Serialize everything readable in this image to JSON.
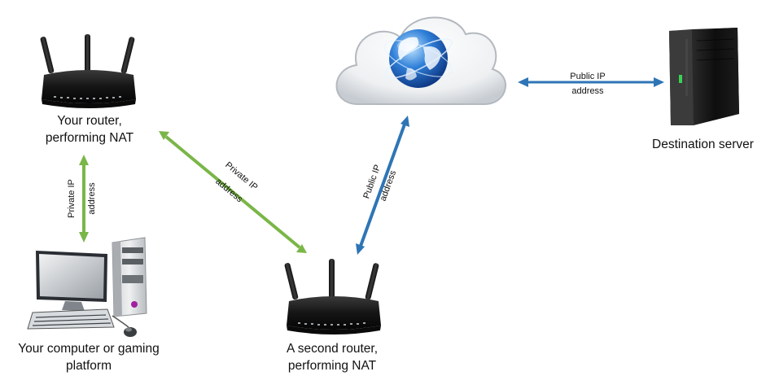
{
  "nodes": {
    "your_router": {
      "label_lines": [
        "Your router,",
        "performing NAT"
      ],
      "icon": "wireless-router-icon"
    },
    "computer": {
      "label_lines": [
        "Your computer or gaming",
        "platform"
      ],
      "icon": "desktop-computer-icon"
    },
    "second_router": {
      "label_lines": [
        "A second router,",
        "performing NAT"
      ],
      "icon": "wireless-router-icon"
    },
    "internet": {
      "icon": "internet-cloud-globe-icon"
    },
    "server": {
      "label_lines": [
        "Destination server"
      ],
      "icon": "server-tower-icon"
    }
  },
  "edges": {
    "computer_router": {
      "label_lines": [
        "Private IP",
        "address"
      ],
      "color": "#7ab648"
    },
    "router_second": {
      "label_lines": [
        "Private IP",
        "address"
      ],
      "color": "#7ab648"
    },
    "second_internet": {
      "label_lines": [
        "Public IP",
        "address"
      ],
      "color": "#2e75b6"
    },
    "internet_server": {
      "label_lines": [
        "Public IP",
        "address"
      ],
      "color": "#2e75b6"
    }
  }
}
